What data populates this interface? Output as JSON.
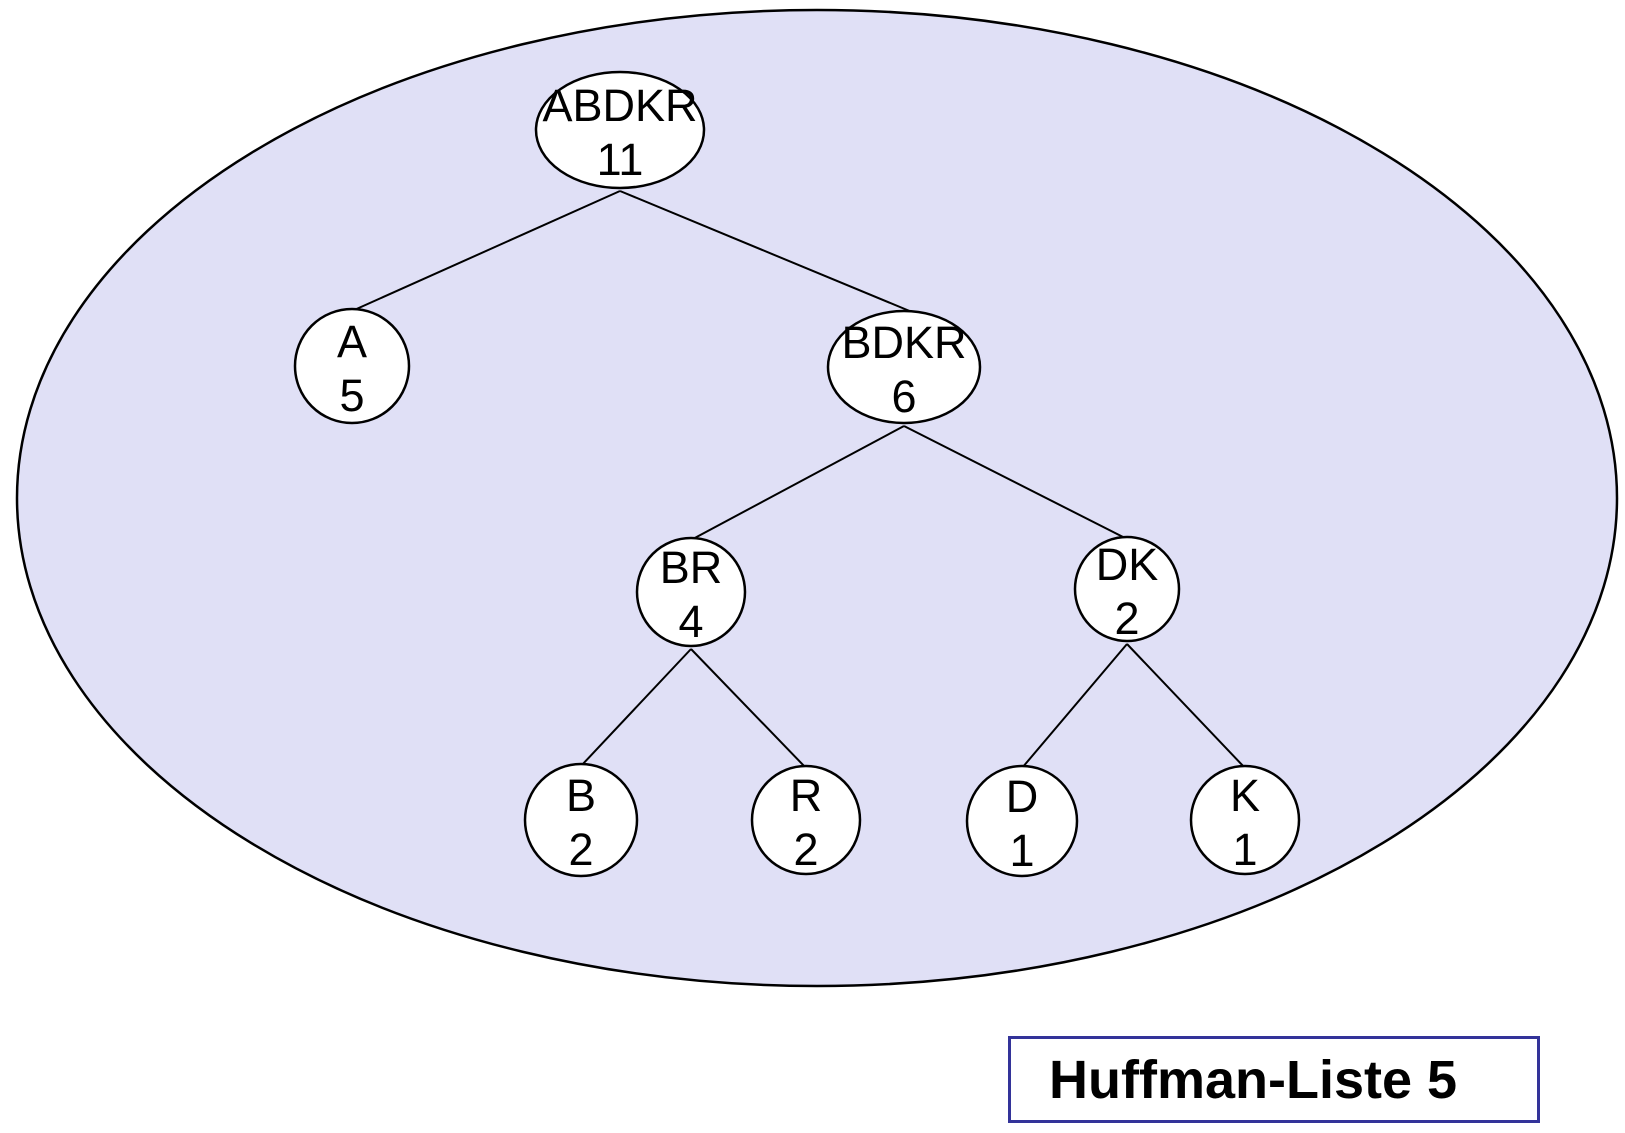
{
  "colors": {
    "page_background": "#ffffff",
    "set_fill": "#e0e0f6",
    "node_fill": "#ffffff",
    "outline": "#000000",
    "title_border": "#333399"
  },
  "title_box": {
    "label": "Huffman-Liste 5"
  },
  "tree": {
    "description": "Huffman tree inside set ellipse",
    "nodes": [
      {
        "id": "ABDKR",
        "label": "ABDKR",
        "count": "11"
      },
      {
        "id": "A",
        "label": "A",
        "count": "5"
      },
      {
        "id": "BDKR",
        "label": "BDKR",
        "count": "6"
      },
      {
        "id": "BR",
        "label": "BR",
        "count": "4"
      },
      {
        "id": "DK",
        "label": "DK",
        "count": "2"
      },
      {
        "id": "B",
        "label": "B",
        "count": "2"
      },
      {
        "id": "R",
        "label": "R",
        "count": "2"
      },
      {
        "id": "D",
        "label": "D",
        "count": "1"
      },
      {
        "id": "K",
        "label": "K",
        "count": "1"
      }
    ],
    "edges": [
      {
        "from": "ABDKR",
        "to": "A"
      },
      {
        "from": "ABDKR",
        "to": "BDKR"
      },
      {
        "from": "BDKR",
        "to": "BR"
      },
      {
        "from": "BDKR",
        "to": "DK"
      },
      {
        "from": "BR",
        "to": "B"
      },
      {
        "from": "BR",
        "to": "R"
      },
      {
        "from": "DK",
        "to": "D"
      },
      {
        "from": "DK",
        "to": "K"
      }
    ]
  }
}
